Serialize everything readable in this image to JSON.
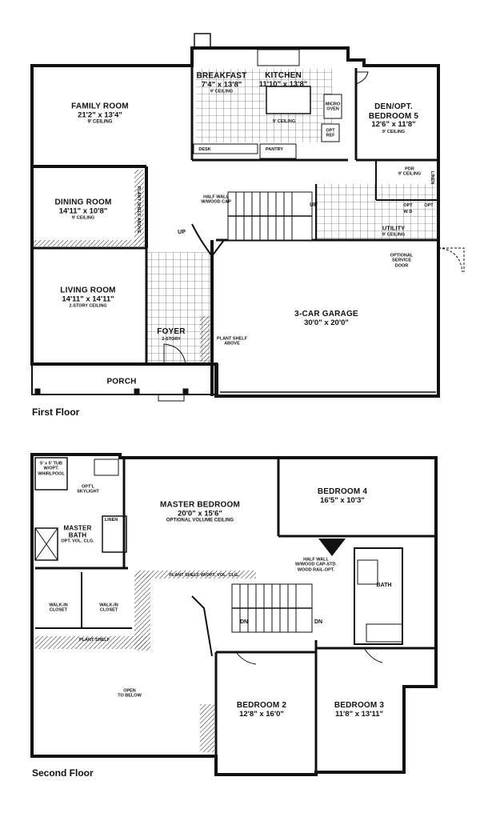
{
  "floors": {
    "first": "First Floor",
    "second": "Second Floor"
  },
  "first_floor": {
    "breakfast": {
      "name": "BREAKFAST",
      "dim": "7'4\" x 13'8\"",
      "ceiling": "9' CEILING"
    },
    "kitchen": {
      "name": "KITCHEN",
      "dim": "11'10\" x 13'8\"",
      "ceiling": "9' CEILING"
    },
    "micro_oven": "MICRO\nOVEN",
    "opt_ref": "OPT\nREF",
    "desk": "DESK",
    "pantry": "PANTRY",
    "family_room": {
      "name": "FAMILY ROOM",
      "dim": "21'2\" x 13'4\"",
      "ceiling": "9' CEILING"
    },
    "den": {
      "name": "DEN/OPT.",
      "name2": "BEDROOM 5",
      "dim": "12'6\" x 11'8\"",
      "ceiling": "9' CEILING"
    },
    "pdr": {
      "name": "PDR",
      "ceiling": "9' CEILING"
    },
    "linen": "LINEN",
    "opt": "OPT",
    "wd": "W   D",
    "opt_wd2": "OPT",
    "utility": {
      "name": "UTILITY",
      "ceiling": "9' CEILING"
    },
    "optional_service_door": "OPTIONAL\nSERVICE\nDOOR",
    "half_wall": "HALF WALL\nW/WOOD CAP",
    "up1": "UP",
    "up2": "UP",
    "dining_room": {
      "name": "DINING ROOM",
      "dim": "14'11\" x 10'8\"",
      "ceiling": "9' CEILING"
    },
    "plant_shelf_v": "PLANT SHELF ABOVE",
    "living_room": {
      "name": "LIVING ROOM",
      "dim": "14'11\" x 14'11\"",
      "ceiling": "2-STORY CEILING"
    },
    "foyer": {
      "name": "FOYER",
      "sub": "2-STORY"
    },
    "plant_shelf_above": "PLANT SHELF\nABOVE",
    "garage": {
      "name": "3-CAR GARAGE",
      "dim": "30'0\" x 20'0\""
    },
    "porch": "PORCH"
  },
  "second_floor": {
    "tub": "5' x 5' TUB\nW/OPT.\nWHIRLPOOL",
    "skylight": "OPT'L\nSKYLIGHT",
    "master_bedroom": {
      "name": "MASTER BEDROOM",
      "dim": "20'0\" x 15'6\"",
      "ceiling": "OPTIONAL VOLUME CEILING"
    },
    "bedroom4": {
      "name": "BEDROOM 4",
      "dim": "16'5\" x 10'3\""
    },
    "linen": "LINEN",
    "master_bath": {
      "name": "MASTER\nBATH",
      "ceiling": "OPT. VOL. CLG."
    },
    "half_wall": "HALF WALL\nW/WOOD CAP-STD.\nWOOD RAIL-OPT.",
    "plant_shelf_clg": "PLANT SHELF W/OPT. VOL. CLG.",
    "walkin1": "WALK-IN\nCLOSET",
    "walkin2": "WALK-IN\nCLOSET",
    "bath": "BATH",
    "dn1": "DN",
    "dn2": "DN",
    "plant_shelf": "PLANT SHELF",
    "open_below": "OPEN\nTO BELOW",
    "bedroom2": {
      "name": "BEDROOM 2",
      "dim": "12'8\" x 16'0\""
    },
    "bedroom3": {
      "name": "BEDROOM 3",
      "dim": "11'8\" x 13'11\""
    }
  }
}
